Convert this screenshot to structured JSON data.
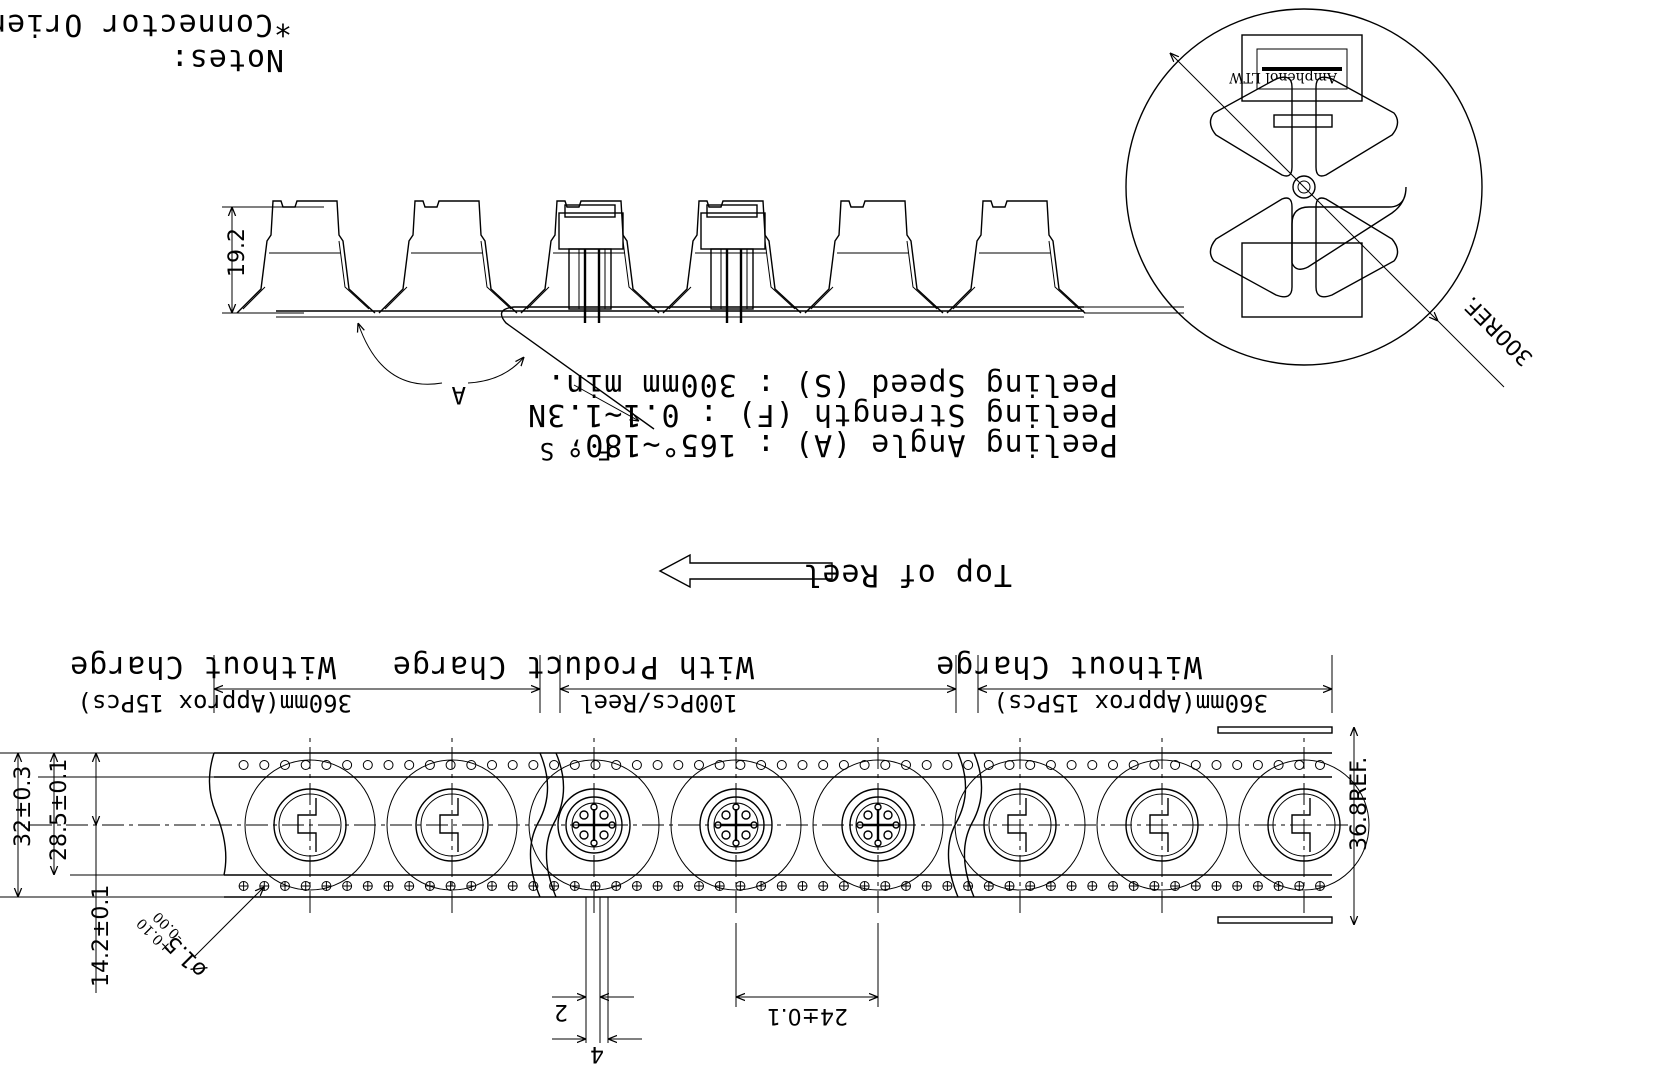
{
  "notes": {
    "title": "Notes:",
    "orientation": "*Connector Orientation"
  },
  "peeling": {
    "angle": "Peeling Angle (A) : 165°~180°",
    "strength": "Peeling Strength (F) : 0.1~1.3N",
    "speed": "Peeling Speed (S) : 300mm min.",
    "force_label": "F , S",
    "angle_label": "A",
    "height_dim": "19.2"
  },
  "reel": {
    "diameter_dim": "300REF.",
    "label_text": "Amphenol LTW"
  },
  "tape": {
    "direction": "Top of Reel",
    "sections": [
      {
        "title": "Without Charge",
        "length": "360mm(Approx 15Pcs)"
      },
      {
        "title": "With Product Charge",
        "length": "100Pcs/Reel"
      },
      {
        "title": "Without Charge",
        "length": "360mm(Approx 15Pcs)"
      }
    ],
    "width_dim": "36.8REF.",
    "pitch_dim": "24±0.1",
    "dim_2": "2",
    "dim_4": "4",
    "tape_width": "32±0.3",
    "sprocket_span": "28.5±0.1",
    "center_offset": "14.2±0.1",
    "hole_dia": "ø1.5",
    "hole_tol_plus": "+0.10",
    "hole_tol_minus": "-0.00"
  },
  "colors": {
    "line": "#000000",
    "background": "#ffffff"
  }
}
